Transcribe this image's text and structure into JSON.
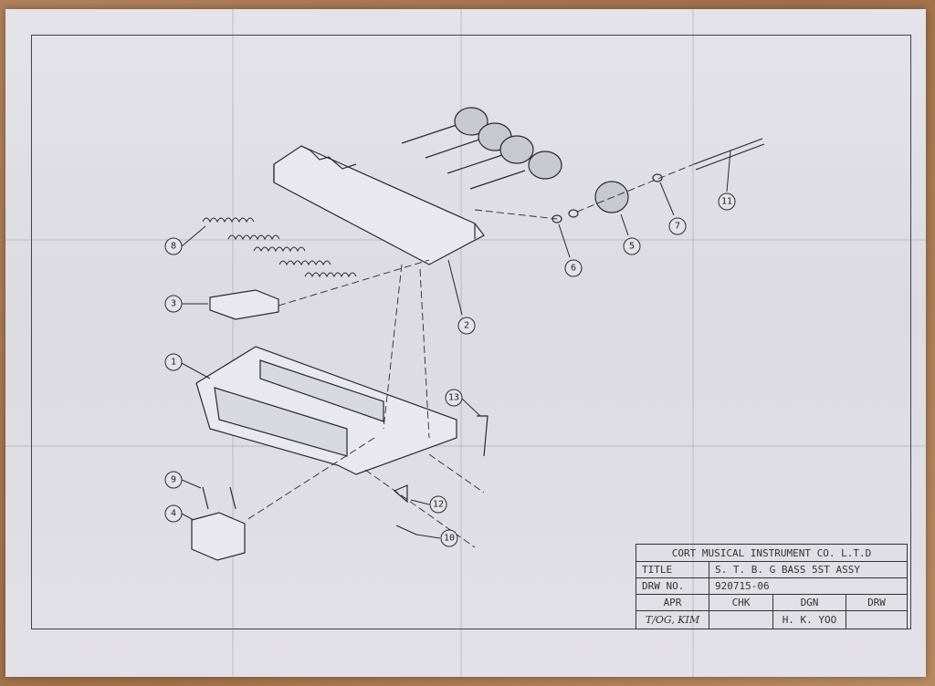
{
  "title_block": {
    "company": "CORT MUSICAL INSTRUMENT CO. L.T.D",
    "title_label": "TITLE",
    "title_value": "S. T. B. G BASS 5ST ASSY",
    "drw_no_label": "DRW NO.",
    "drw_no_value": "920715-06",
    "apr_label": "APR",
    "chk_label": "CHK",
    "dgn_label": "DGN",
    "drw_label": "DRW",
    "apr_signature": "T/OG, KIM",
    "dgn_value": "H. K. YOO"
  },
  "callouts": [
    "1",
    "2",
    "3",
    "4",
    "5",
    "6",
    "7",
    "8",
    "9",
    "10",
    "11",
    "12",
    "13"
  ],
  "colors": {
    "paper": "#e0dfe6",
    "ink": "#2a2a2a",
    "table": "#a87750"
  }
}
